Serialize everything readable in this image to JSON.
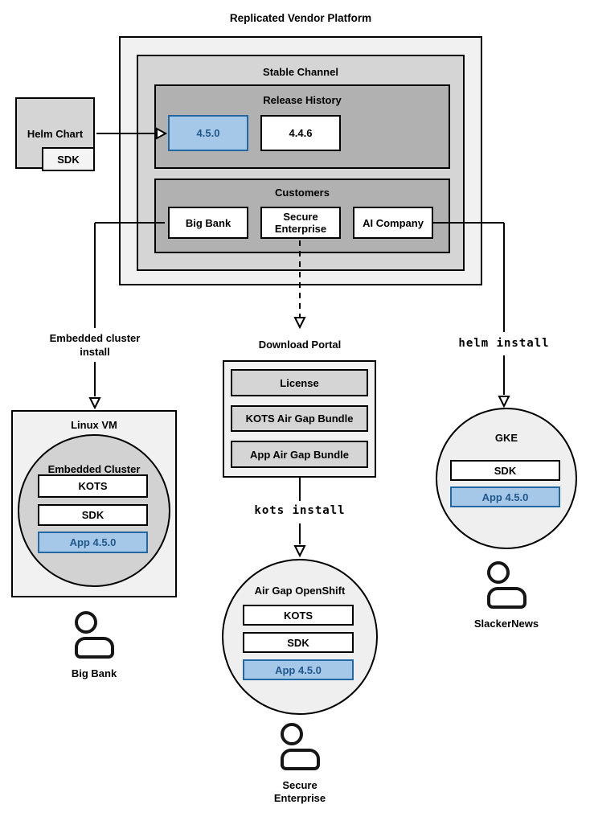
{
  "title": "Replicated Vendor Platform",
  "colors": {
    "container_lightest": "#f1f1f1",
    "container_mid": "#d5d5d5",
    "container_dark": "#b1b1b1",
    "highlight_fill": "#a6c8e8",
    "highlight_stroke": "#2368a2",
    "line": "#000000"
  },
  "platform": {
    "stable_channel": {
      "label": "Stable Channel",
      "release_history": {
        "label": "Release History",
        "releases": [
          {
            "version": "4.5.0",
            "highlight": true
          },
          {
            "version": "4.4.6",
            "highlight": false
          }
        ]
      },
      "customers": {
        "label": "Customers",
        "items": [
          {
            "name": "Big Bank"
          },
          {
            "name": "Secure Enterprise"
          },
          {
            "name": "AI Company"
          }
        ]
      }
    }
  },
  "helm_chart": {
    "label": "Helm Chart",
    "sdk_label": "SDK"
  },
  "edges": {
    "embedded_cluster_install": "Embedded cluster install",
    "kots_install": "kots install",
    "helm_install": "helm install"
  },
  "download_portal": {
    "label": "Download Portal",
    "items": [
      {
        "name": "License"
      },
      {
        "name": "KOTS Air Gap Bundle"
      },
      {
        "name": "App Air Gap Bundle"
      }
    ]
  },
  "installs": {
    "linux_vm": {
      "label": "Linux VM",
      "cluster_label": "Embedded Cluster",
      "components": [
        {
          "name": "KOTS",
          "highlight": false
        },
        {
          "name": "SDK",
          "highlight": false
        },
        {
          "name": "App 4.5.0",
          "highlight": true
        }
      ],
      "user": "Big Bank"
    },
    "air_gap_openshift": {
      "label": "Air Gap OpenShift",
      "components": [
        {
          "name": "KOTS",
          "highlight": false
        },
        {
          "name": "SDK",
          "highlight": false
        },
        {
          "name": "App 4.5.0",
          "highlight": true
        }
      ],
      "user": "Secure Enterprise"
    },
    "gke": {
      "label": "GKE",
      "components": [
        {
          "name": "SDK",
          "highlight": false
        },
        {
          "name": "App 4.5.0",
          "highlight": true
        }
      ],
      "user": "SlackerNews"
    }
  }
}
